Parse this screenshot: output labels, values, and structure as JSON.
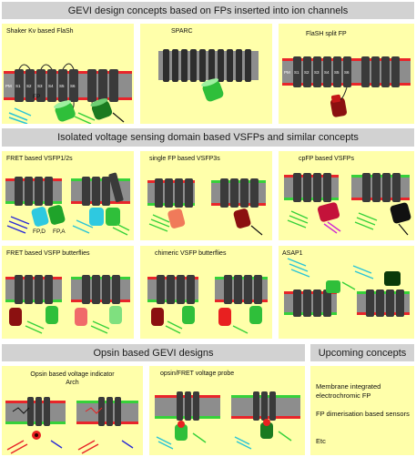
{
  "sections": {
    "fp_channels": "GEVI design concepts based on FPs inserted into ion channels",
    "vsd": "Isolated voltage sensing domain based VSFPs and similar concepts",
    "opsin": "Opsin based GEVI designs",
    "upcoming": "Upcoming concepts"
  },
  "panels": {
    "flash": {
      "title": "Shaker Kv based FlaSh",
      "fp_label": "FP"
    },
    "sparc": {
      "title": "SPARC"
    },
    "flash_split": {
      "title": "FlaSH split FP"
    },
    "vsfp12": {
      "title": "FRET based VSFP1/2s",
      "fp_d": "FP,D",
      "fp_a": "FP,A"
    },
    "vsfp3": {
      "title": "single FP  based VSFP3s"
    },
    "cpfp": {
      "title": "cpFP based VSFPs"
    },
    "butterflies": {
      "title": "FRET based VSFP butterflies"
    },
    "chimeric": {
      "title": "chimeric VSFP butterflies"
    },
    "asap1": {
      "title": "ASAP1"
    },
    "arch": {
      "title_line1": "Opsin based voltage indicator",
      "title_line2": "Arch"
    },
    "opsin_fret": {
      "title": "opsin/FRET voltage probe"
    }
  },
  "segments": [
    "S1",
    "S2",
    "S3",
    "S4",
    "S5",
    "S6"
  ],
  "membrane_label": "PM",
  "upcoming_items": [
    "Membrane integrated electrochromic FP",
    "FP dimerisation based sensors",
    "Etc"
  ],
  "colors": {
    "panel_bg": "#ffffaa",
    "banner_bg": "#d2d2d2",
    "membrane_top_red": "#e8252a",
    "membrane_top_green": "#36d13a",
    "helix": "#3a3a3a",
    "fp_green": "#2fbf3a",
    "fp_dark_red": "#8b1010",
    "fp_cyan": "#2ec9e0",
    "arrow_blue": "#2a2ad6",
    "arrow_cyan": "#29c4d6",
    "arrow_magenta": "#d02ad0"
  }
}
